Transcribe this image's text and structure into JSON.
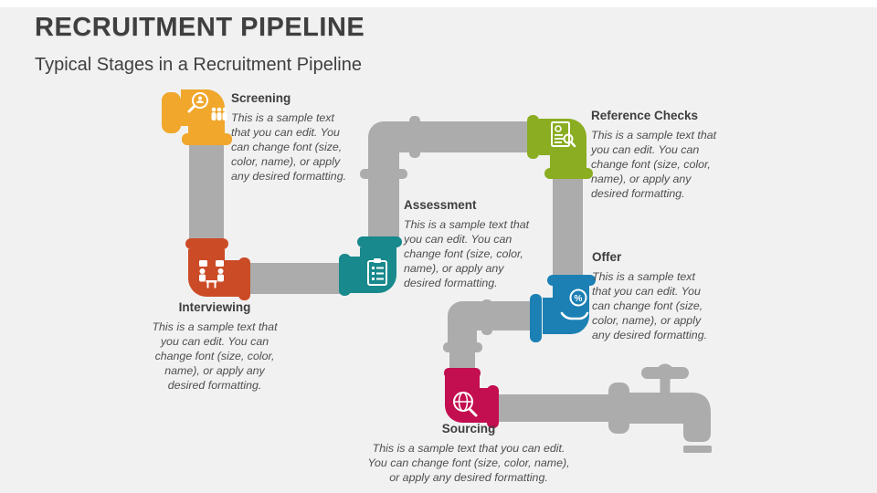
{
  "slide": {
    "title": "RECRUITMENT PIPELINE",
    "subtitle": "Typical Stages in a Recruitment Pipeline"
  },
  "colors": {
    "background": "#F1F1F1",
    "top_bar": "#FFFFFF",
    "pipe": "#ACACAC",
    "title_text": "#3F3F3F",
    "body_text": "#4E4E4E"
  },
  "stages": [
    {
      "label": "Screening",
      "color": "#F0A72C",
      "icon": "magnifier-candidates-icon",
      "body": "This is a sample text\nthat you can edit. You\ncan change font (size,\ncolor, name), or apply\nany desired formatting."
    },
    {
      "label": "Interviewing",
      "color": "#CC4B27",
      "icon": "interview-discussion-icon",
      "body": "This is a sample text that\nyou can edit. You can\nchange font (size, color,\nname), or apply any\ndesired formatting."
    },
    {
      "label": "Assessment",
      "color": "#18898C",
      "icon": "checklist-clipboard-icon",
      "body": "This is a sample text that\nyou can edit. You can\nchange font (size, color,\nname), or apply any\ndesired formatting."
    },
    {
      "label": "Reference Checks",
      "color": "#8AAD21",
      "icon": "resume-magnifier-icon",
      "body": "This is a sample text that\nyou can edit. You can\nchange font (size, color,\nname), or apply any\ndesired formatting."
    },
    {
      "label": "Offer",
      "color": "#1C80B4",
      "icon": "percent-hand-icon",
      "body": "This is a sample text\nthat you can edit. You\ncan change font (size,\ncolor, name), or apply\nany desired formatting."
    },
    {
      "label": "Sourcing",
      "color": "#C30E4F",
      "icon": "globe-search-icon",
      "body": "This is a sample text that you can edit.\nYou can change font (size, color, name),\nor apply any desired formatting."
    }
  ],
  "faucet": {
    "icon": "faucet-icon"
  }
}
